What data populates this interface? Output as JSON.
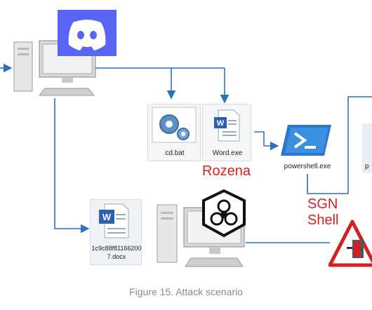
{
  "labels": {
    "cd_bat": "cd.bat",
    "word_exe": "Word.exe",
    "powershell_exe": "powershell.exe",
    "powershell_cut": "p",
    "docx_line1": "1c9c88f81166200",
    "docx_line2": "7.docx"
  },
  "tags": {
    "rozena": "Rozena",
    "sgn_shell": "SGN Shell"
  },
  "caption": "Figure 15. Attack scenario",
  "colors": {
    "line": "#2e6fbf",
    "discord": "#5865f2",
    "red": "#d62020",
    "caption": "#8a8a8a"
  },
  "icons": [
    "discord-logo-icon",
    "gear-icon",
    "word-document-icon",
    "powershell-icon",
    "biohazard-icon",
    "backdoor-warning-icon",
    "computer-icon"
  ]
}
